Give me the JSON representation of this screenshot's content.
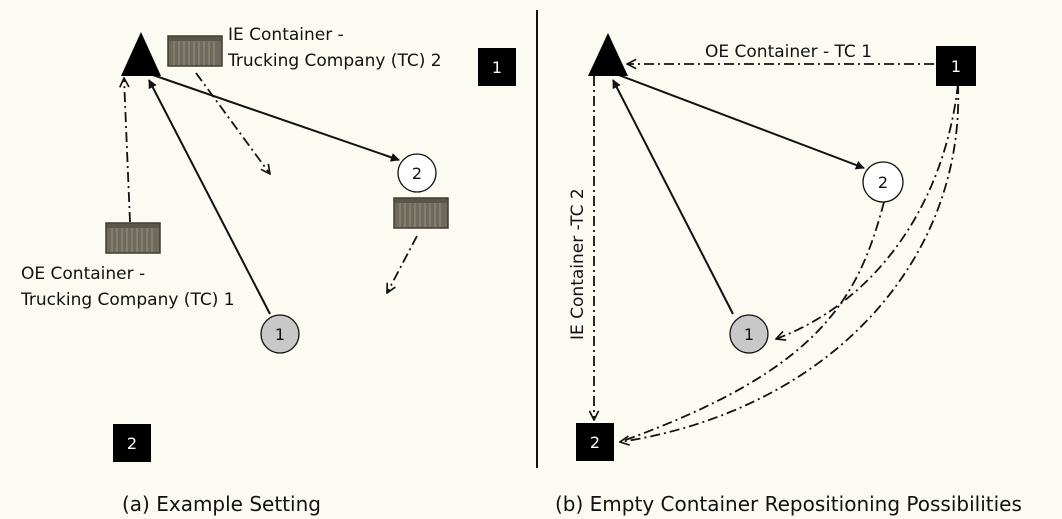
{
  "panel_a": {
    "caption": "(a) Example Setting",
    "ie_label_line1": "IE Container -",
    "ie_label_line2": "Trucking Company (TC) 2",
    "oe_label_line1": "OE Container -",
    "oe_label_line2": "Trucking Company (TC) 1",
    "depot_1": "1",
    "depot_2": "2",
    "customer_1": "1",
    "customer_2": "2"
  },
  "panel_b": {
    "caption": "(b) Empty Container Repositioning Possibilities",
    "oe_route_label": "OE Container -  TC 1",
    "ie_route_label": "IE Container -TC 2",
    "depot_1": "1",
    "depot_2": "2",
    "customer_1": "1",
    "customer_2": "2"
  },
  "colors": {
    "background": "#fbfbf1",
    "line": "#111111",
    "depot_fill": "#000000",
    "customer_import_fill": "#c8c8c8",
    "customer_export_fill": "#ffffff",
    "container": "#6e6a5c"
  },
  "icons": [
    "terminal-triangle-icon",
    "container-icon"
  ]
}
